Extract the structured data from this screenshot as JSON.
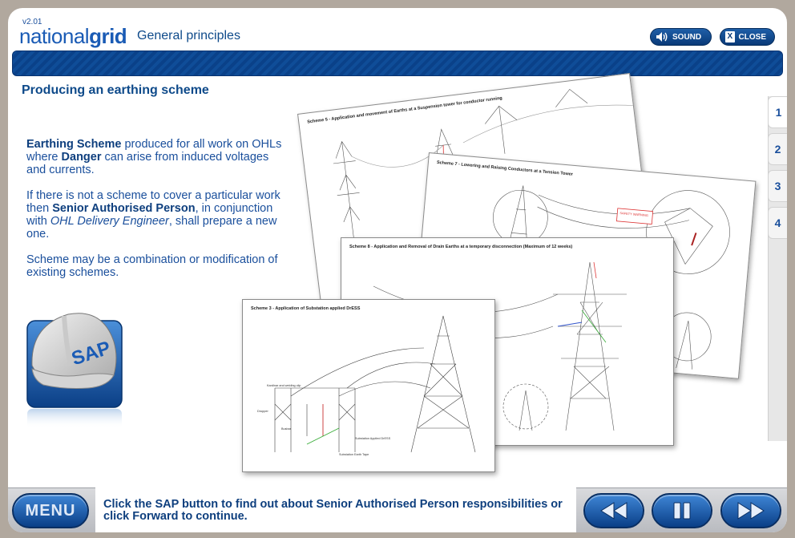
{
  "header": {
    "version": "v2.01",
    "logo_light": "national",
    "logo_bold": "grid",
    "course_title": "General principles",
    "sound_label": "SOUND",
    "close_label": "CLOSE",
    "close_glyph": "X"
  },
  "page": {
    "title": "Producing an earthing scheme"
  },
  "body_text": {
    "p1_b1": "Earthing Scheme",
    "p1_t1": " produced for all work on OHLs where ",
    "p1_b2": "Danger",
    "p1_t2": " can arise from induced voltages and currents.",
    "p2_t1": "If there is not a scheme to cover a particular work then ",
    "p2_b1": "Senior Authorised Person",
    "p2_t2": ", in conjunction with ",
    "p2_i1": "OHL Delivery Engineer",
    "p2_t3": ", shall prepare a new one.",
    "p3": "Scheme may be a combination or modification of existing schemes."
  },
  "sap_button": {
    "label": "SAP"
  },
  "tabs": [
    "1",
    "2",
    "3",
    "4"
  ],
  "active_tab": "1",
  "schemes": {
    "s5": "Scheme 5 - Application and movement of Earths at a Suspension tower for conductor running",
    "s7": "Scheme 7 - Lowering and Raising Conductors at a Tension Tower",
    "s8": "Scheme 8 - Application and Removal of Drain Earths at a temporary disconnection (Maximum of 12 weeks)",
    "s3": "Scheme 3 - Application of Substation applied DrESS",
    "warn": "SAFETY WARNING",
    "s3_labels": [
      "Kardinar and welding clip",
      "Dropper",
      "Busbar",
      "Substation Applied DrESS",
      "Substation Earth Tape"
    ]
  },
  "footer": {
    "menu_label": "MENU",
    "message": "Click the SAP button to find out about Senior Authorised Person responsibilities or click Forward to continue."
  },
  "colors": {
    "brand_blue": "#1a5bb5",
    "text_blue": "#0e3f7e",
    "button_blue": "#0a3f87"
  }
}
